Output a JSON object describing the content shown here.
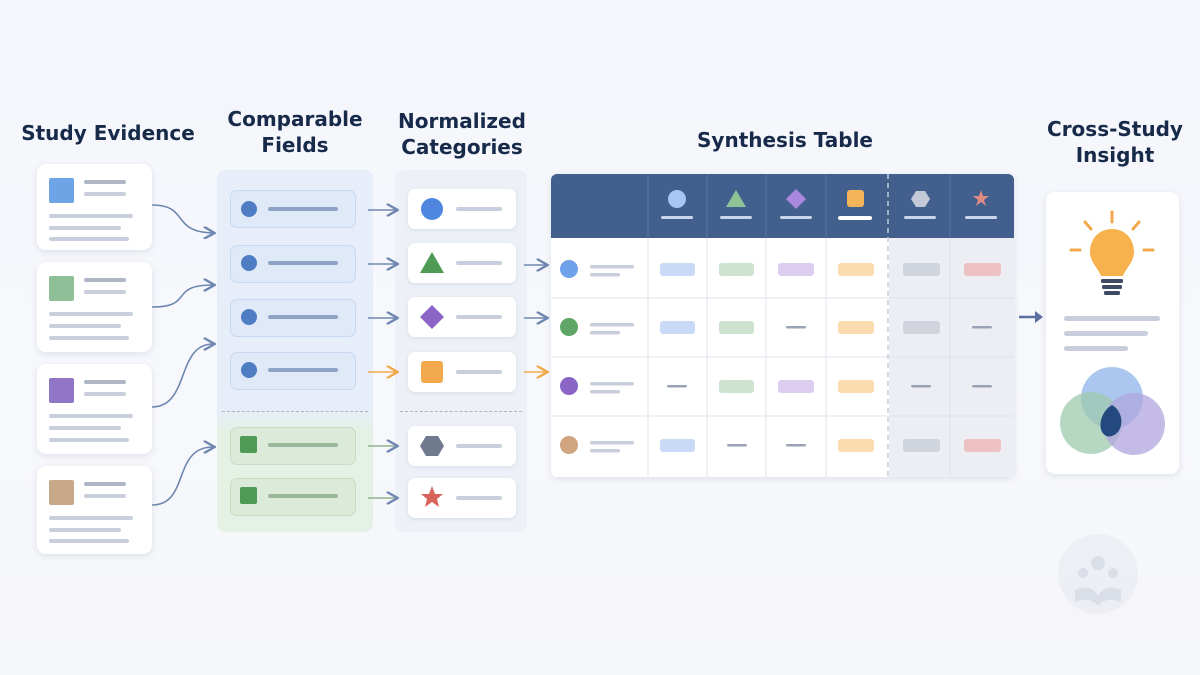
{
  "titles": {
    "study_evidence": "Study Evidence",
    "comparable_fields_1": "Comparable",
    "comparable_fields_2": "Fields",
    "normalized_1": "Normalized",
    "normalized_2": "Categories",
    "synthesis_table": "Synthesis Table",
    "insight_1": "Cross-Study",
    "insight_2": "Insight"
  },
  "colors": {
    "blue": "#5b8fe0",
    "green": "#4f9a55",
    "purple": "#8b65c6",
    "orange": "#f2a94e",
    "slate": "#6f7a8e",
    "red": "#d9645c",
    "header": "#3f5e8c"
  },
  "study_evidence_thumbs": [
    "blue",
    "green",
    "purple",
    "tan"
  ],
  "normalized_icons": [
    "circle-icon",
    "triangle-icon",
    "diamond-icon",
    "square-icon",
    "hexagon-icon",
    "star-icon"
  ],
  "insight_icons": [
    "lightbulb-icon",
    "venn-diagram-icon"
  ]
}
